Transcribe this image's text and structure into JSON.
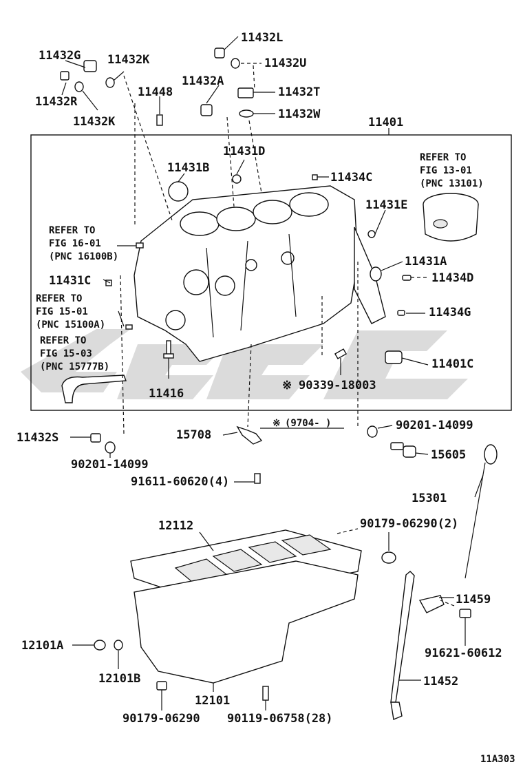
{
  "diagram": {
    "figure_code": "11A303",
    "labels": {
      "p11432L": "11432L",
      "p11432U": "11432U",
      "p11432G": "11432G",
      "p11432K_top": "11432K",
      "p11432A": "11432A",
      "p11432T": "11432T",
      "p11448": "11448",
      "p11432R": "11432R",
      "p11432K_low": "11432K",
      "p11432W": "11432W",
      "p11401": "11401",
      "p11431D": "11431D",
      "p11431B": "11431B",
      "p11434C": "11434C",
      "p11431E": "11431E",
      "p11431A": "11431A",
      "p11434D": "11434D",
      "p11431C": "11431C",
      "p11434G": "11434G",
      "p11401C": "11401C",
      "p11416": "11416",
      "p90339": "90339-18003",
      "p11432S": "11432S",
      "p15708": "15708",
      "p90201_left": "90201-14099",
      "p90201_right": "90201-14099",
      "p91611": "91611-60620(4)",
      "p15605": "15605",
      "p15301": "15301",
      "p12112": "12112",
      "p90179_top": "90179-06290(2)",
      "p11459": "11459",
      "p91621": "91621-60612",
      "p12101A": "12101A",
      "p12101B": "12101B",
      "p11452": "11452",
      "p12101": "12101",
      "p90179_bottom": "90179-06290",
      "p90119": "90119-06758(28)"
    },
    "note_marker": "※",
    "note_date": "(9704-    )",
    "refs": {
      "ref13": [
        "REFER TO",
        "FIG 13-01",
        "(PNC 13101)"
      ],
      "ref16": [
        "REFER TO",
        "FIG 16-01",
        "(PNC 16100B)"
      ],
      "ref15a": [
        "REFER TO",
        "FIG 15-01",
        "(PNC 15100A)"
      ],
      "ref15b": [
        "REFER TO",
        "FIG 15-03",
        "(PNC 15777B)"
      ]
    }
  }
}
